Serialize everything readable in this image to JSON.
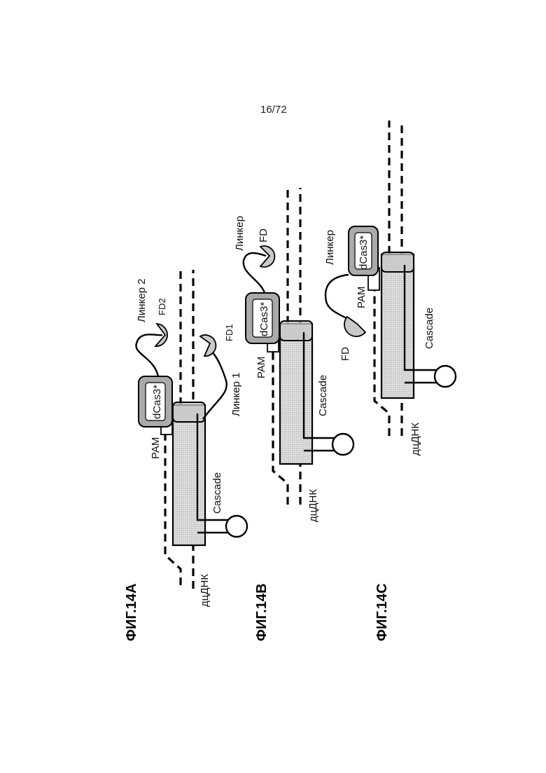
{
  "page_number": "16/72",
  "figures": [
    {
      "label": "ФИГ.14A",
      "dsdna": "дцДНК",
      "cascade": "Cascade",
      "pam": "PAM",
      "dcas3": "dCas3*",
      "fd2": "FD2",
      "linker2": "Линкер 2",
      "fd1": "FD1",
      "linker1": "Линкер 1"
    },
    {
      "label": "ФИГ.14B",
      "dsdna": "дцДНК",
      "cascade": "Cascade",
      "pam": "PAM",
      "dcas3": "dCas3*",
      "fd": "FD",
      "linker": "Линкер"
    },
    {
      "label": "ФИГ.14C",
      "dsdna": "дцДНК",
      "cascade": "Cascade",
      "pam": "PAM",
      "dcas3": "dCas3*",
      "fd": "FD",
      "linker": "Линкер"
    }
  ],
  "colors": {
    "cascade_fill": "#d9d9d9",
    "domain_fill": "#c9c9c9",
    "dcas_fill": "#aaaaaa"
  }
}
